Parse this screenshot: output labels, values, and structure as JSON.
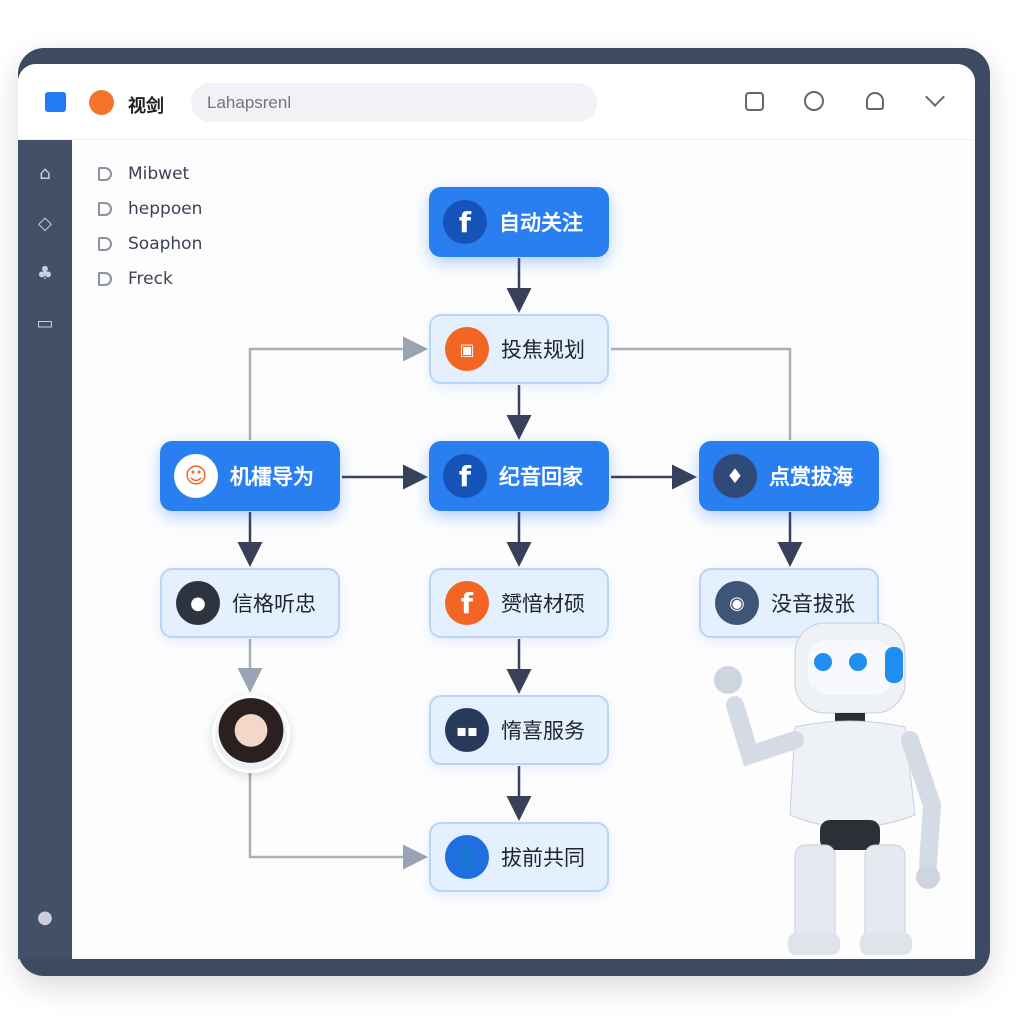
{
  "header": {
    "title": "视剑",
    "search_placeholder": "Lahapsrenl"
  },
  "tree": [
    "Mibwet",
    "heppoen",
    "Soaphon",
    "Freck"
  ],
  "nodes": [
    {
      "id": "n1",
      "label": "自动关注",
      "icon": "facebook-icon"
    },
    {
      "id": "n2",
      "label": "投焦规划",
      "icon": "box-icon"
    },
    {
      "id": "n3",
      "label": "机檑导为",
      "icon": "chat-icon"
    },
    {
      "id": "n4",
      "label": "纪音回家",
      "icon": "facebook-icon"
    },
    {
      "id": "n5",
      "label": "点赏拔海",
      "icon": "pin-icon"
    },
    {
      "id": "n6",
      "label": "信格听忠",
      "icon": "avatar-icon"
    },
    {
      "id": "n7",
      "label": "赟愔材硕",
      "icon": "facebook-icon"
    },
    {
      "id": "n8",
      "label": "没音拔张",
      "icon": "camera-icon"
    },
    {
      "id": "n9",
      "label": "惰喜服务",
      "icon": "message-icon"
    },
    {
      "id": "n10",
      "label": "拔前共同",
      "icon": "user-icon"
    }
  ],
  "colors": {
    "primary": "#2a7ff0",
    "dark": "#3e4a62",
    "orange": "#f26522"
  }
}
